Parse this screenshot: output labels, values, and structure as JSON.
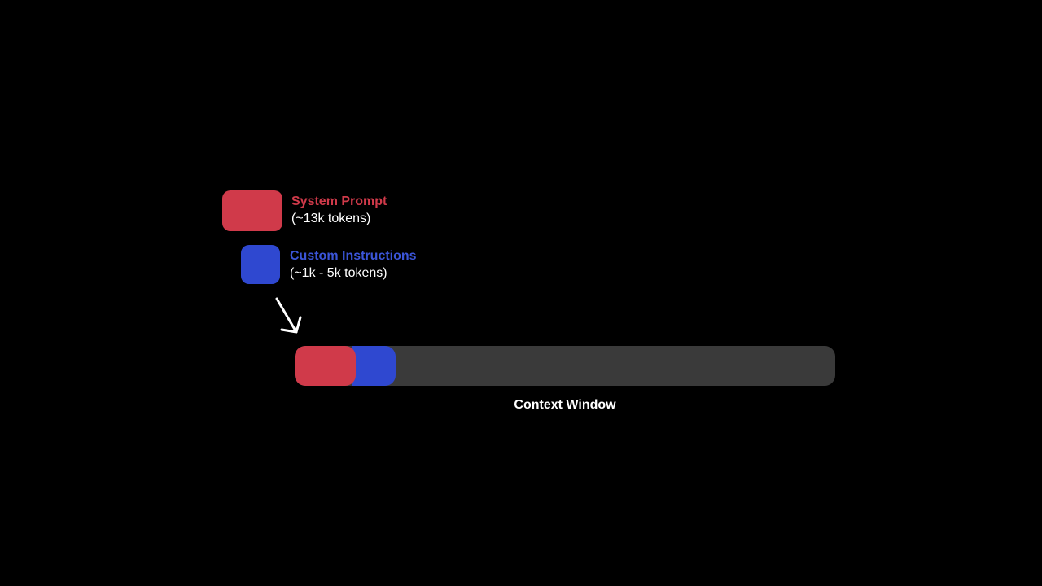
{
  "legend": {
    "system": {
      "title": "System Prompt",
      "tokens": "(~13k tokens)",
      "color": "#d03a4a"
    },
    "custom": {
      "title": "Custom Instructions",
      "tokens": "(~1k - 5k tokens)",
      "color": "#2f48d0"
    }
  },
  "arrow": {
    "icon": "arrow-down-right-icon",
    "color": "#ffffff"
  },
  "context_window": {
    "label": "Context Window",
    "bar_color": "#3a3a3a"
  }
}
